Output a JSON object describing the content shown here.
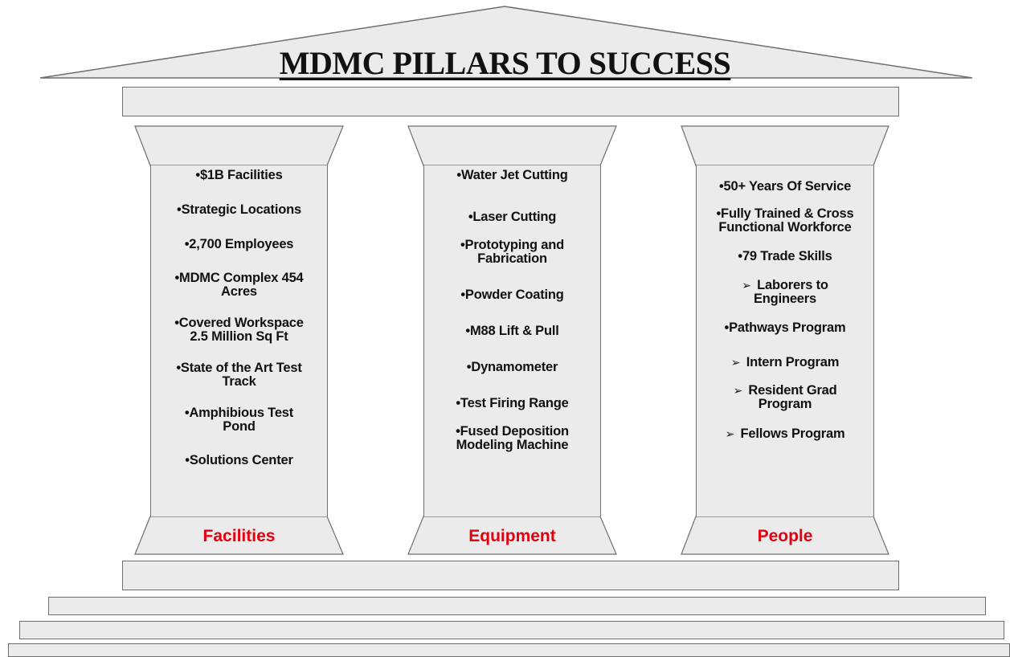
{
  "title": "MDMC PILLARS TO SUCCESS",
  "colors": {
    "fill": "#ebebeb",
    "stroke": "#6e6e6e",
    "label": "#e3000f"
  },
  "pillars": [
    {
      "label": "Facilities",
      "items": [
        {
          "text": "•$1B Facilities",
          "sub": false
        },
        {
          "text": "•Strategic Locations",
          "sub": false
        },
        {
          "text": "•2,700 Employees",
          "sub": false
        },
        {
          "text": "•MDMC Complex 454\nAcres",
          "sub": false
        },
        {
          "text": "•Covered Workspace\n2.5 Million  Sq Ft",
          "sub": false
        },
        {
          "text": "•State of the Art Test\nTrack",
          "sub": false
        },
        {
          "text": "•Amphibious  Test\nPond",
          "sub": false
        },
        {
          "text": "•Solutions Center",
          "sub": false
        }
      ]
    },
    {
      "label": "Equipment",
      "items": [
        {
          "text": "•Water Jet Cutting",
          "sub": false
        },
        {
          "text": "•Laser Cutting",
          "sub": false
        },
        {
          "text": "•Prototyping and\nFabrication",
          "sub": false
        },
        {
          "text": "•Powder Coating",
          "sub": false
        },
        {
          "text": "•M88 Lift & Pull",
          "sub": false
        },
        {
          "text": "•Dynamometer",
          "sub": false
        },
        {
          "text": "•Test Firing Range",
          "sub": false
        },
        {
          "text": "•Fused Deposition\nModeling Machine",
          "sub": false
        }
      ]
    },
    {
      "label": "People",
      "items": [
        {
          "text": "•50+ Years Of Service",
          "sub": false
        },
        {
          "text": "•Fully Trained & Cross\nFunctional Workforce",
          "sub": false
        },
        {
          "text": "•79 Trade Skills",
          "sub": false
        },
        {
          "text": "Laborers to\nEngineers",
          "sub": true
        },
        {
          "text": "•Pathways Program",
          "sub": false
        },
        {
          "text": "Intern Program",
          "sub": true
        },
        {
          "text": "Resident Grad\nProgram",
          "sub": true
        },
        {
          "text": "Fellows Program",
          "sub": true
        }
      ]
    }
  ]
}
